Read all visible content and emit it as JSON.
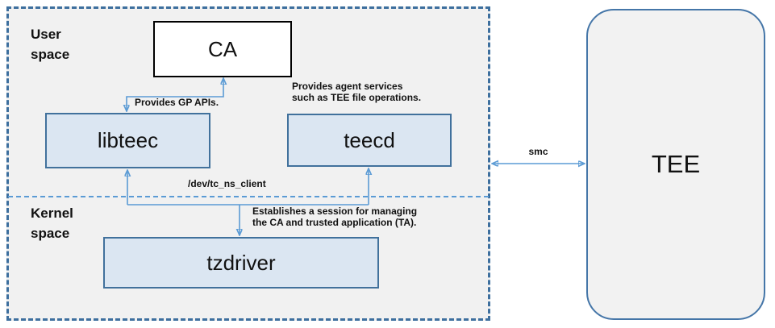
{
  "diagram": {
    "regions": {
      "user_space": {
        "label": "User\nspace"
      },
      "kernel_space": {
        "label": "Kernel\nspace"
      }
    },
    "nodes": {
      "ca": {
        "label": "CA"
      },
      "libteec": {
        "label": "libteec"
      },
      "teecd": {
        "label": "teecd"
      },
      "tzdriver": {
        "label": "tzdriver"
      },
      "tee": {
        "label": "TEE"
      }
    },
    "edges": {
      "gp_apis": {
        "label": "Provides GP APIs."
      },
      "agent_services": {
        "label": "Provides agent services\nsuch as TEE file operations."
      },
      "dev_tc_ns_client": {
        "label": "/dev/tc_ns_client"
      },
      "session": {
        "label": "Establishes a session for managing\nthe CA and trusted application (TA)."
      },
      "smc": {
        "label": "smc"
      }
    },
    "colors": {
      "node_fill": "#dbe6f2",
      "node_border": "#41719c",
      "ca_border": "#000000",
      "arrow": "#5b9bd5",
      "outer_dashed_border": "#3d6f9e",
      "divider_dashed": "#5b9bd5",
      "region_background": "#f1f1f1",
      "tee_fill": "#f2f2f2",
      "tee_border": "#4576a8"
    }
  }
}
